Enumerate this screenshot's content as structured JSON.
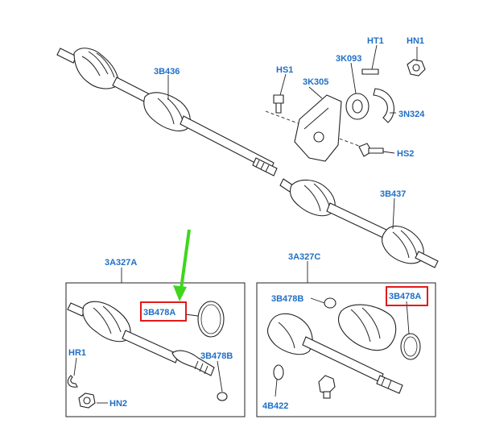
{
  "colors": {
    "label": "#1f6fc5",
    "highlight": "#e01b1b",
    "arrow": "#3fd61c",
    "ink": "#222222"
  },
  "labels": {
    "drive_shaft_left_joint": "3B436",
    "heat_shield_bolt": "HS1",
    "bracket": "3K305",
    "bearing": "3K093",
    "clamp_bolt": "HT1",
    "nut": "HN1",
    "clamp": "3N324",
    "bracket_bolt": "HS2",
    "drive_shaft_right_joint": "3B437",
    "left_shaft_assembly": "3A327A",
    "right_shaft_assembly": "3A327C",
    "left_boot_clip_large": "3B478A",
    "left_boot_clip_small": "3B478B",
    "left_retaining_ring": "HR1",
    "left_hub_nut": "HN2",
    "right_boot_clip_small": "3B478B",
    "right_boot_clip_large": "3B478A",
    "right_snap_ring": "4B422"
  }
}
